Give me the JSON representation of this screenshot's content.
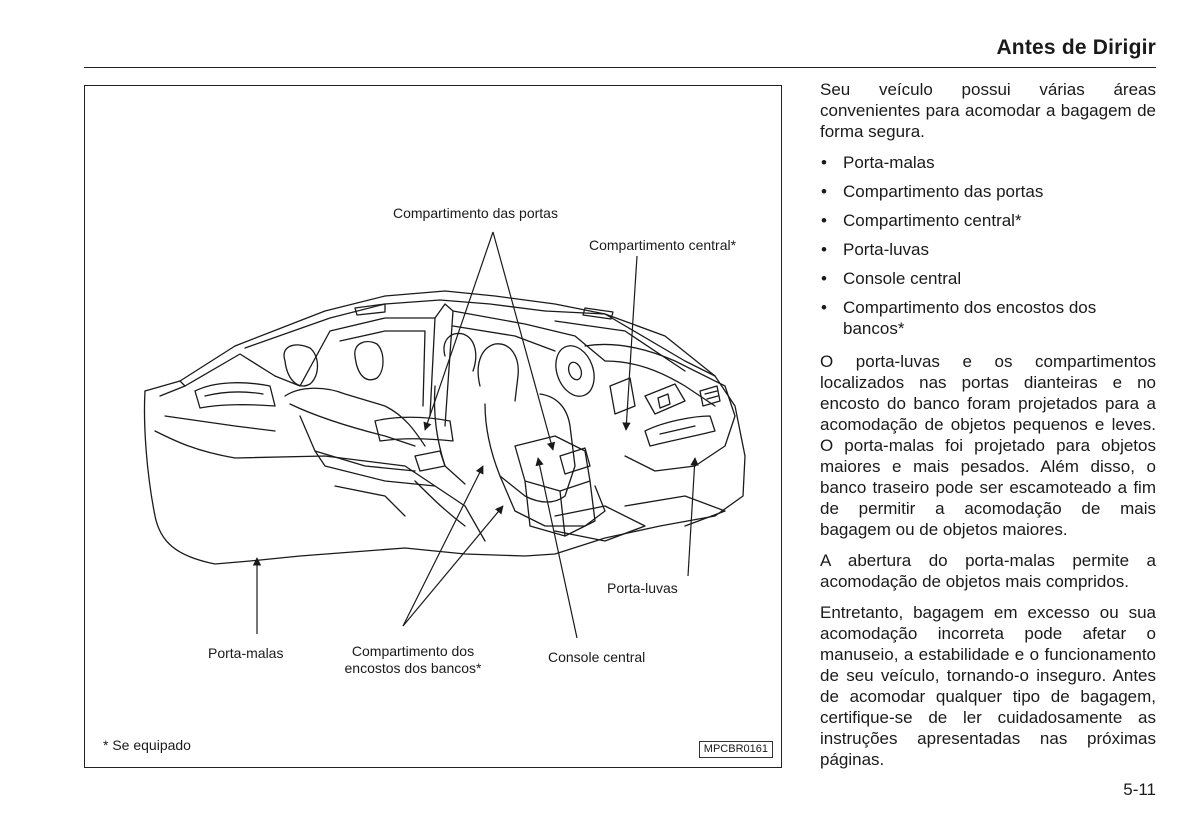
{
  "header": {
    "title": "Antes de Dirigir"
  },
  "figure": {
    "labels": {
      "door_compartments": "Compartimento das portas",
      "center_compartment": "Compartimento central*",
      "glove_box": "Porta-luvas",
      "trunk": "Porta-malas",
      "seatback_compartments_line1": "Compartimento dos",
      "seatback_compartments_line2": "encostos dos bancos*",
      "center_console": "Console central"
    },
    "footnote": "* Se equipado",
    "code": "MPCBR0161"
  },
  "text": {
    "intro": "Seu veículo possui várias áreas convenientes para acomodar a bagagem de forma segura.",
    "bullet_char": "•",
    "items": [
      "Porta-malas",
      "Compartimento das portas",
      "Compartimento central*",
      "Porta-luvas",
      "Console central",
      "Compartimento dos encostos dos bancos*"
    ],
    "paragraphs": [
      "O porta-luvas e os compartimentos localizados nas portas dianteiras e no encosto do banco foram projetados para a acomodação de objetos pequenos e leves. O porta-malas foi projetado para objetos maiores e mais pesados. Além disso, o banco traseiro pode ser escamoteado a fim de permitir a acomodação de mais bagagem ou de objetos maiores.",
      "A abertura do porta-malas permite a acomodação de objetos mais compridos.",
      "Entretanto, bagagem em excesso ou sua acomodação incorreta pode afetar o manuseio, a estabilidade e o funcionamento de seu veículo, tornando-o inseguro. Antes de acomodar qualquer tipo de bagagem, certifique-se de ler cuidadosamente as instruções apresentadas nas próximas páginas."
    ]
  },
  "page_number": "5-11"
}
